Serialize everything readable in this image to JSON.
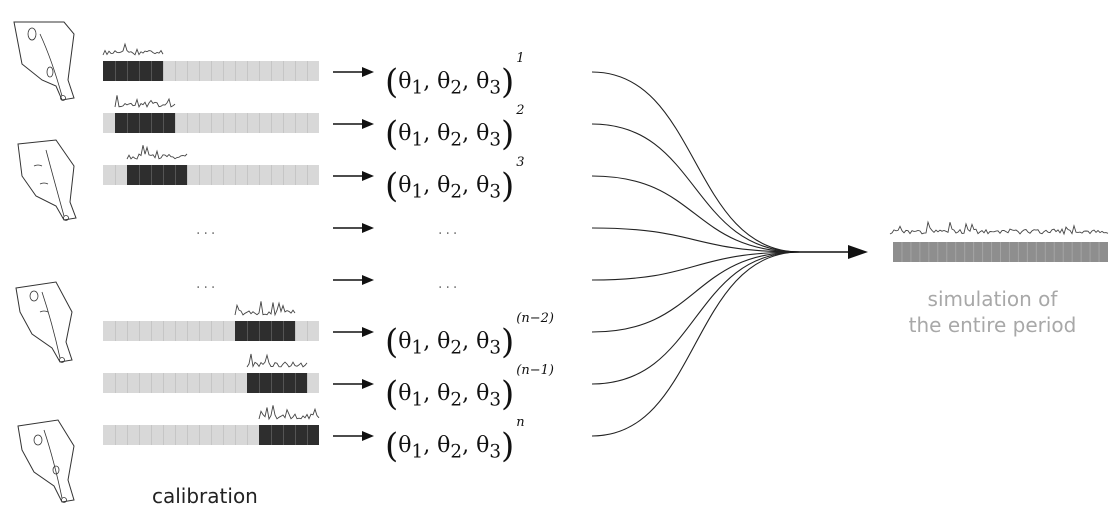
{
  "labels": {
    "calibration": "calibration",
    "simulation_line1": "simulation of",
    "simulation_line2": "the entire period",
    "ellipsis": "..."
  },
  "param_sets": [
    {
      "theta1": "θ",
      "sub1": "1",
      "theta2": "θ",
      "sub2": "2",
      "theta3": "θ",
      "sub3": "3",
      "superscript": "1"
    },
    {
      "theta1": "θ",
      "sub1": "1",
      "theta2": "θ",
      "sub2": "2",
      "theta3": "θ",
      "sub3": "3",
      "superscript": "2"
    },
    {
      "theta1": "θ",
      "sub1": "1",
      "theta2": "θ",
      "sub2": "2",
      "theta3": "θ",
      "sub3": "3",
      "superscript": "3"
    },
    {
      "theta1": "θ",
      "sub1": "1",
      "theta2": "θ",
      "sub2": "2",
      "theta3": "θ",
      "sub3": "3",
      "superscript": "(n−2)"
    },
    {
      "theta1": "θ",
      "sub1": "1",
      "theta2": "θ",
      "sub2": "2",
      "theta3": "θ",
      "sub3": "3",
      "superscript": "(n−1)"
    },
    {
      "theta1": "θ",
      "sub1": "1",
      "theta2": "θ",
      "sub2": "2",
      "theta3": "θ",
      "sub3": "3",
      "superscript": "n"
    }
  ],
  "calibration_windows": {
    "total_cells": 18,
    "window_cells": 5,
    "window_start_cells": [
      0,
      1,
      2,
      11,
      12,
      13
    ]
  },
  "colors": {
    "bar_track": "#d8d8d8",
    "calibration_window": "#2e2e2e",
    "simulation_bar": "#8e8e8e",
    "simulation_label": "#a8a8a8",
    "lines": "#222222"
  },
  "icons": [
    "catchment-map-icon",
    "hydrograph-sparkline-icon"
  ]
}
